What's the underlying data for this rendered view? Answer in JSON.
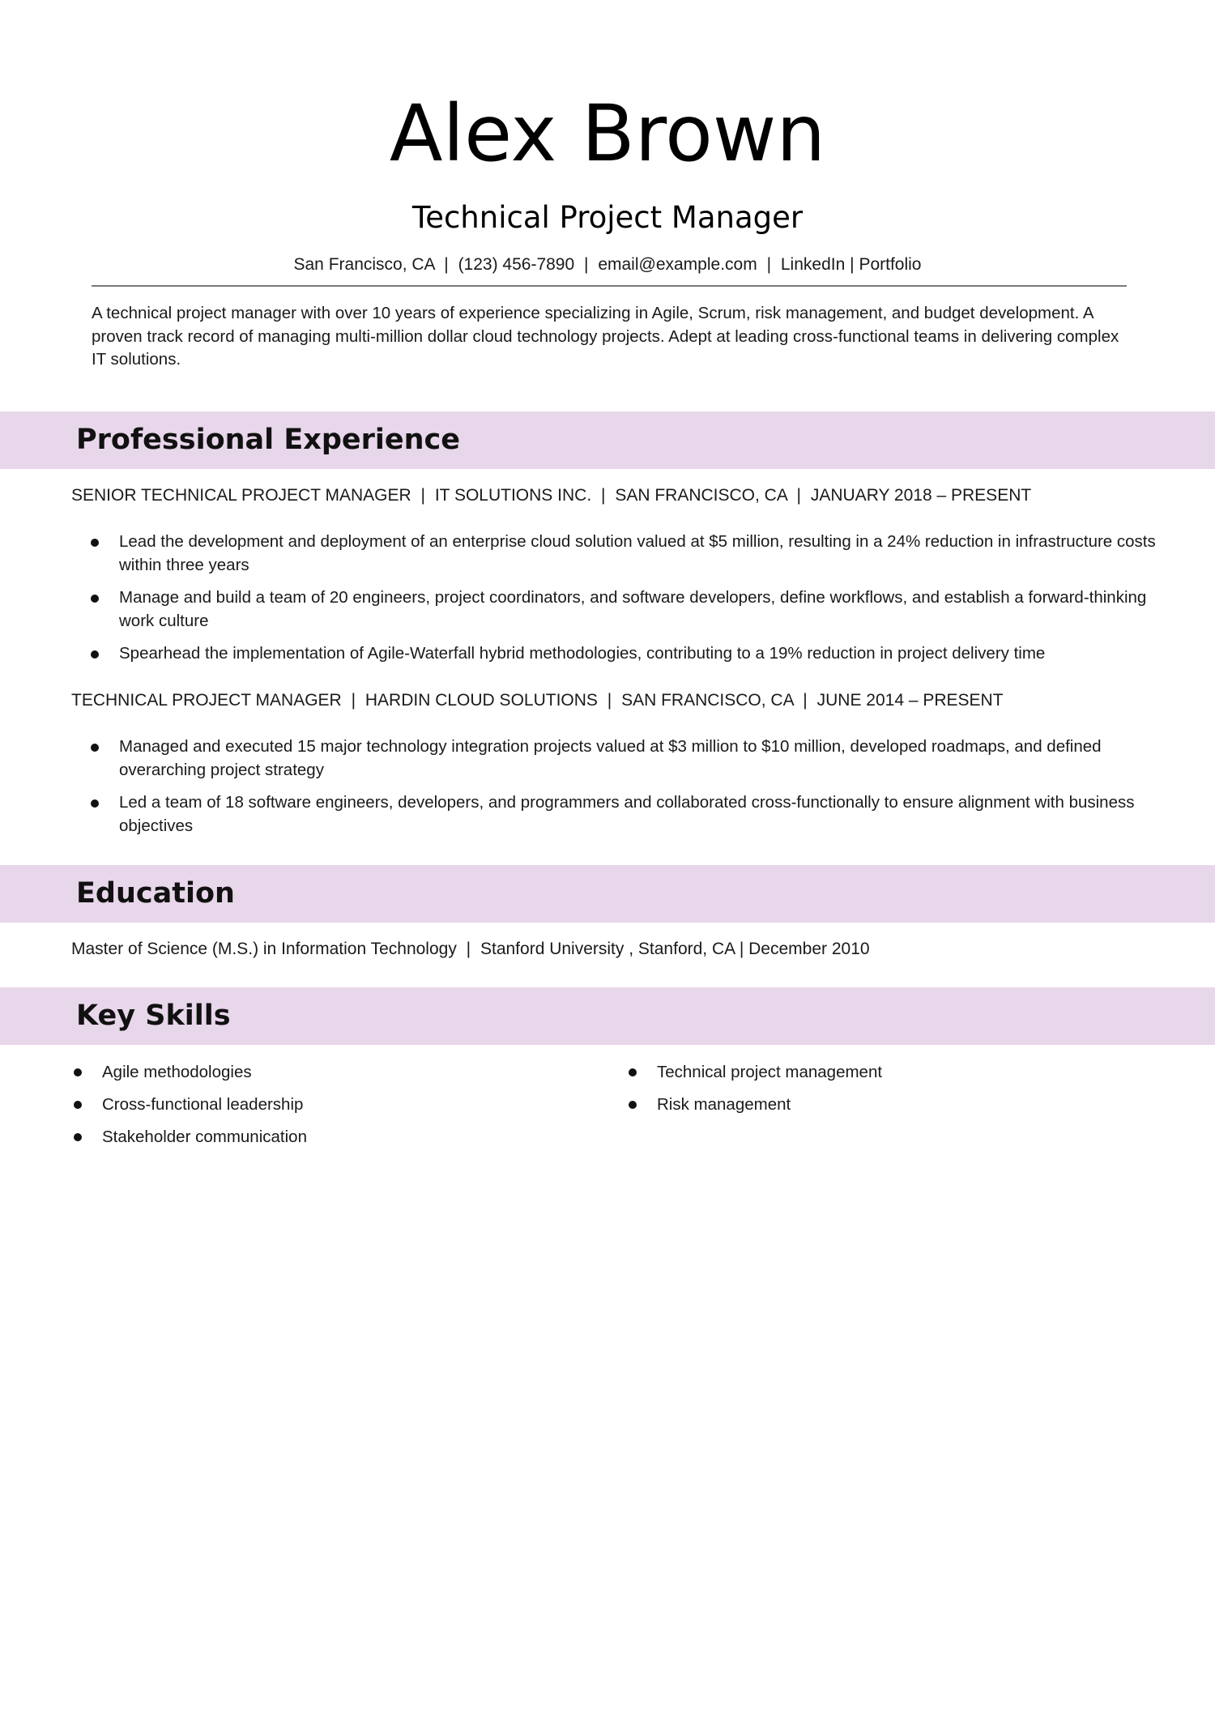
{
  "header": {
    "name": "Alex Brown",
    "title": "Technical Project Manager",
    "contact": {
      "location": "San Francisco, CA",
      "phone": "(123) 456-7890",
      "email": "email@example.com",
      "linkedin": "LinkedIn",
      "portfolio": "Portfolio",
      "separator": "|"
    }
  },
  "summary": "A technical project manager with over 10 years of experience specializing in Agile, Scrum, risk management, and budget development. A proven track record of managing multi-million dollar cloud technology projects. Adept at leading cross-functional teams in delivering complex IT solutions.",
  "sections": {
    "experience": "Professional Experience",
    "education": "Education",
    "skills": "Key Skills"
  },
  "colors": {
    "band": "#e8d6ea",
    "rule": "#7a7a7a"
  },
  "experience": [
    {
      "role": "SENIOR TECHNICAL PROJECT MANAGER",
      "company": "IT SOLUTIONS INC.",
      "location": "SAN FRANCISCO, CA",
      "dates": "JANUARY 2018 – PRESENT",
      "bullets": [
        "Lead the development and deployment of an enterprise cloud solution valued at $5 million, resulting in a 24% reduction in infrastructure costs within three years",
        "Manage and build a team of 20 engineers, project coordinators, and software developers, define workflows, and establish a forward-thinking work culture",
        "Spearhead the implementation of Agile-Waterfall hybrid methodologies, contributing to a 19% reduction in project delivery time"
      ]
    },
    {
      "role": "TECHNICAL PROJECT MANAGER",
      "company": "HARDIN CLOUD SOLUTIONS",
      "location": "SAN FRANCISCO, CA",
      "dates": "JUNE 2014 – PRESENT",
      "bullets": [
        "Managed and executed 15 major technology integration projects valued at $3 million to $10 million, developed roadmaps, and defined overarching project strategy",
        "Led a team of 18 software engineers, developers, and programmers and collaborated cross-functionally to ensure alignment with business objectives"
      ]
    }
  ],
  "education": {
    "degree": "Master of Science (M.S.) in Information Technology",
    "school": "Stanford University",
    "location": "Stanford, CA",
    "date": "December 2010"
  },
  "skills": {
    "left": [
      "Agile methodologies",
      "Cross-functional leadership",
      "Stakeholder communication"
    ],
    "right": [
      "Technical project management",
      "Risk management"
    ]
  }
}
